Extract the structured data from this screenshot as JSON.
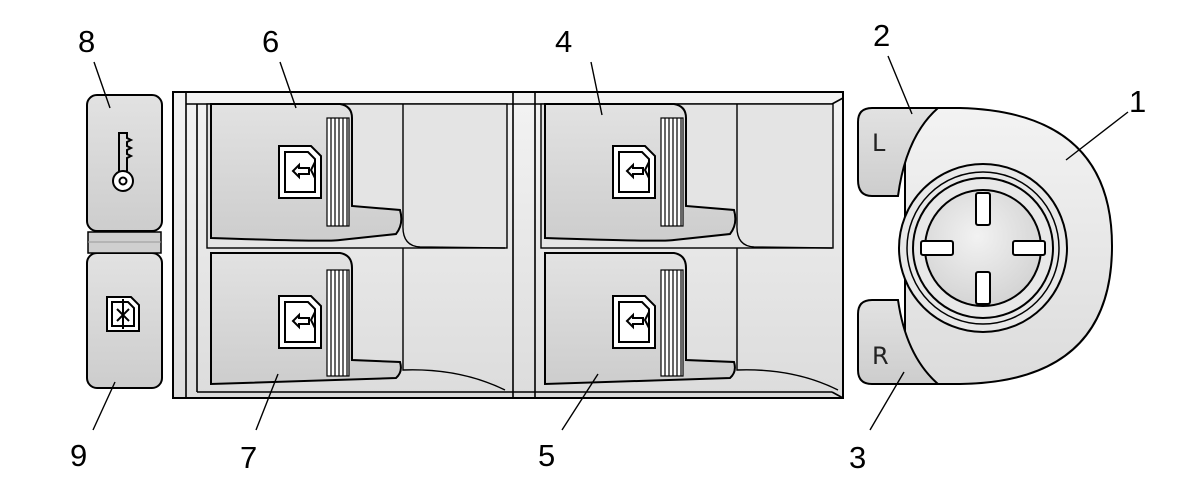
{
  "callouts": {
    "c1": "1",
    "c2": "2",
    "c3": "3",
    "c4": "4",
    "c5": "5",
    "c6": "6",
    "c7": "7",
    "c8": "8",
    "c9": "9"
  },
  "mirror_labels": {
    "left": "L",
    "right": "R"
  },
  "icons": {
    "lock_button": "key-icon",
    "child_lock_button": "window-lockout-icon",
    "window_switches": "window-up-down-icon",
    "mirror_joystick": "four-way-arrow-icon"
  },
  "colors": {
    "line": "#000000",
    "panel_fill": "#e6e6e6",
    "switch_fill": "#d9d9d9",
    "shadow": "#c4c4c4",
    "ridges": "#8c8c8c"
  }
}
